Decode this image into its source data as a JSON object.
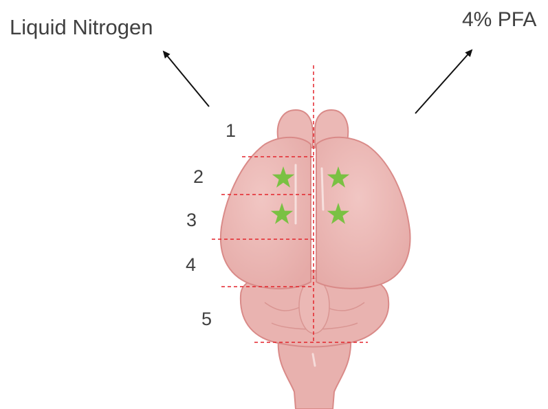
{
  "labels": {
    "left_destination": "Liquid Nitrogen",
    "right_destination": "4% PFA"
  },
  "sections": [
    "1",
    "2",
    "3",
    "4",
    "5"
  ],
  "colors": {
    "text": "#404040",
    "arrow": "#111111",
    "brain_fill": "#ebb8b5",
    "brain_outline": "#d98a88",
    "cut_line": "#e3242b",
    "star": "#7ac143"
  },
  "icons": {
    "sample_marker": "star-icon"
  }
}
